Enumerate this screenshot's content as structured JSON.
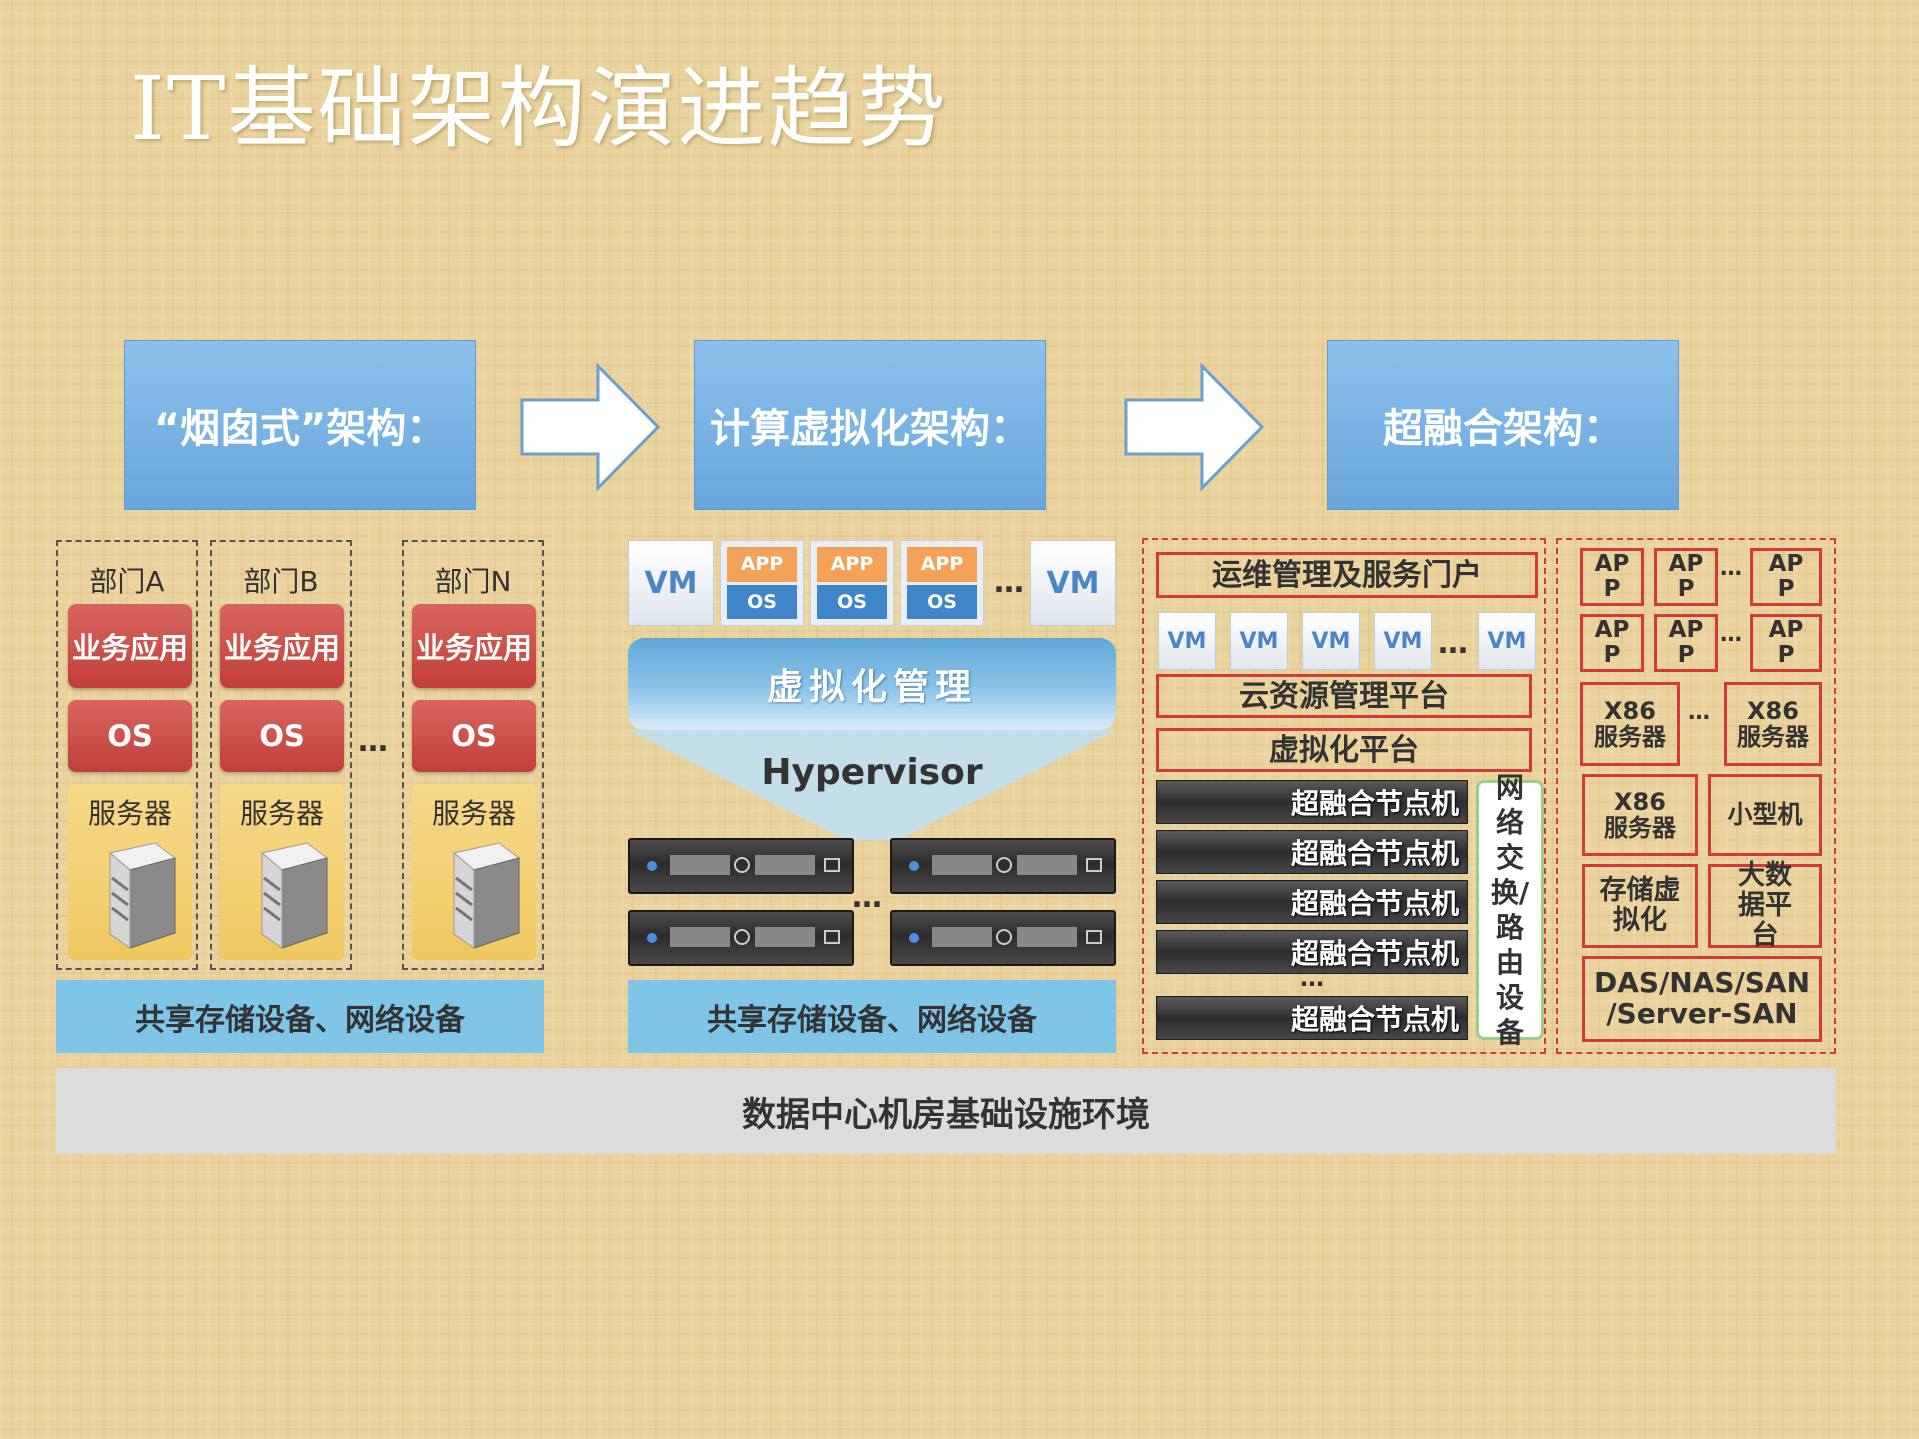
{
  "title": "IT基础架构演进趋势",
  "architectures": [
    {
      "label": "“烟囱式”架构："
    },
    {
      "label": "计算虚拟化架构："
    },
    {
      "label": "超融合架构："
    }
  ],
  "chimney": {
    "departments": [
      {
        "name": "部门A",
        "app": "业务应用",
        "os": "OS",
        "server": "服务器"
      },
      {
        "name": "部门B",
        "app": "业务应用",
        "os": "OS",
        "server": "服务器"
      },
      {
        "name": "部门N",
        "app": "业务应用",
        "os": "OS",
        "server": "服务器"
      }
    ],
    "ellipsis": "…",
    "shared": "共享存储设备、网络设备"
  },
  "virtualization": {
    "vm_label": "VM",
    "app_label": "APP",
    "os_label": "OS",
    "ellipsis": "…",
    "management": "虚拟化管理",
    "hypervisor": "Hypervisor",
    "shared": "共享存储设备、网络设备"
  },
  "hyperconverged": {
    "ops_portal": "运维管理及服务门户",
    "vm_label": "VM",
    "ellipsis": "…",
    "cloud_platform": "云资源管理平台",
    "virt_platform": "虚拟化平台",
    "node_label": "超融合节点机",
    "network": "网络交换/路由设备",
    "right": {
      "app_top": "AP",
      "app_bottom": "P",
      "x86_top": "X86",
      "x86_bottom": "服务器",
      "minicomputer": "小型机",
      "storage_virt": "存储虚拟化",
      "bigdata": "大数据平台",
      "storage_proto_line1": "DAS/NAS/SAN",
      "storage_proto_line2": "/Server-SAN"
    }
  },
  "datacenter": "数据中心机房基础设施环境",
  "colors": {
    "arch_blue": "#6aa7dd",
    "red": "#c8433e",
    "yellow": "#f2cb64",
    "light_blue": "#7ec5e8",
    "gray": "#dcdcdc"
  }
}
